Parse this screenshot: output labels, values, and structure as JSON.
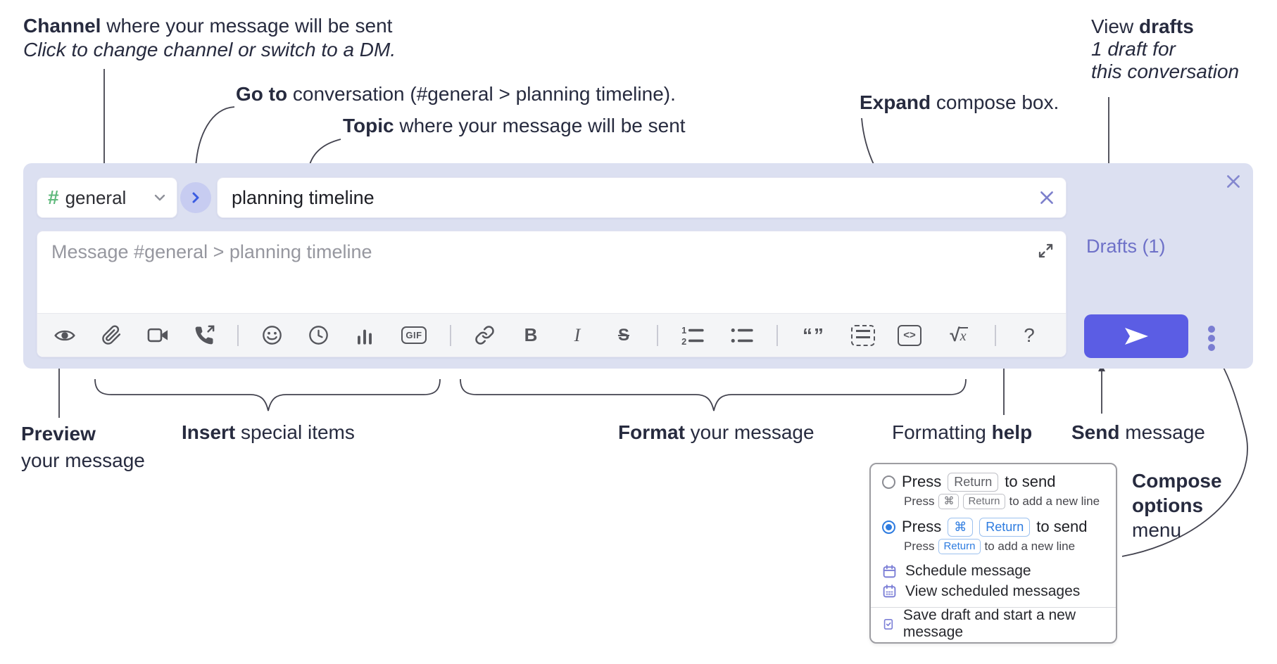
{
  "annotations": {
    "channel": {
      "bold": "Channel",
      "rest": " where your message will be sent",
      "line2": "Click to change channel or switch to a DM."
    },
    "goto": {
      "bold": "Go to",
      "rest": " conversation (#general > planning timeline)."
    },
    "topic": {
      "bold": "Topic",
      "rest": " where your message will be sent"
    },
    "expand": {
      "bold": "Expand",
      "rest": " compose box."
    },
    "view_drafts": {
      "line1_normal": "View ",
      "line1_bold": "drafts",
      "line2": "1 draft for",
      "line3": "this conversation"
    },
    "preview": {
      "bold": "Preview",
      "line2": "your message"
    },
    "insert": {
      "bold": "Insert",
      "rest": " special items"
    },
    "format": {
      "bold": "Format",
      "rest": " your message"
    },
    "formatting_help": {
      "normal": "Formatting ",
      "bold": "help"
    },
    "send": {
      "bold": "Send",
      "rest": " message"
    },
    "compose_options": {
      "line1": "Compose",
      "line2": "options",
      "line3": "menu"
    }
  },
  "compose": {
    "channel": {
      "hash": "#",
      "name": "general"
    },
    "topic_value": "planning timeline",
    "placeholder": "Message #general > planning timeline",
    "drafts_link": "Drafts (1)",
    "toolbar": {
      "glyphs": {
        "bold": "B",
        "italic": "I",
        "strike": "S",
        "gif": "GIF",
        "code": "<>",
        "sqrt": "√",
        "sqrt_x": "x",
        "help": "?",
        "quotes": "“”",
        "ol1": "1",
        "ol2": "2"
      },
      "icons": [
        "preview-eye",
        "attachment-paperclip",
        "video",
        "audio-call",
        "emoji",
        "recent-clock",
        "poll-chart",
        "gif",
        "link",
        "bold",
        "italic",
        "strikethrough",
        "ordered-list",
        "bulleted-list",
        "blockquote",
        "code-block",
        "inline-code",
        "formula",
        "help"
      ]
    },
    "colors": {
      "accent": "#5b5de4",
      "container": "#dce0f1",
      "periwinkle": "#7a7dd2",
      "channel_green": "#5fb97c",
      "link_blue": "#2e7ce0"
    }
  },
  "compose_menu": {
    "options": [
      {
        "selected": false,
        "main": {
          "pre": "Press",
          "keys": [
            "Return"
          ],
          "post": "to send"
        },
        "sub": {
          "pre": "Press",
          "keys": [
            "⌘",
            "Return"
          ],
          "post": "to add a new line"
        }
      },
      {
        "selected": true,
        "main": {
          "pre": "Press",
          "keys": [
            "⌘",
            "Return"
          ],
          "post": "to send"
        },
        "sub": {
          "pre": "Press",
          "keys": [
            "Return"
          ],
          "post": "to add a new line"
        }
      }
    ],
    "items": [
      {
        "icon": "calendar-icon",
        "label": "Schedule message"
      },
      {
        "icon": "calendar-grid-icon",
        "label": "View scheduled messages"
      },
      {
        "icon": "save-draft-icon",
        "label": "Save draft and start a new message"
      }
    ]
  }
}
